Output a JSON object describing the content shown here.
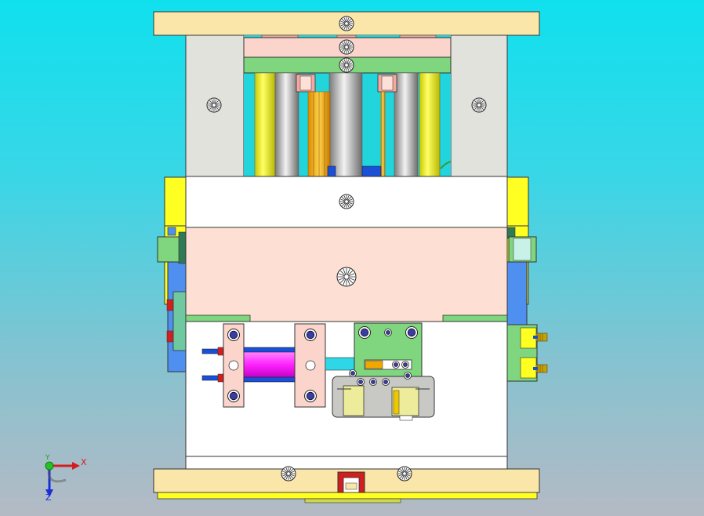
{
  "view": {
    "background_top": "#10e0ee",
    "background_bottom": "#b4bac4"
  },
  "model": {
    "colors": {
      "clamp_plate": "#fae6a8",
      "support_block": "#e2e2dc",
      "plate_white": "#ffffff",
      "plate_pink": "#fde0d3",
      "ejector_green": "#7fd67f",
      "ejector_pink": "#fbd4cc",
      "pin_yellow": "#ffff00",
      "rod_grey": "#bfbfbf",
      "cylinder_magenta": "#ff33ff",
      "cylinder_blue": "#1a4fd6",
      "switch_green": "#7fd67f",
      "switch_grey": "#c8c8c4",
      "side_yellow": "#ffff22",
      "side_blue": "#4e8fef",
      "side_green": "#7fd67f",
      "sprue_red": "#d21e1e"
    },
    "icons": [
      "bolt-head-icon",
      "axis-triad-icon"
    ]
  },
  "triad": {
    "x_label": "X",
    "y_label": "Y",
    "z_label": "Z"
  }
}
